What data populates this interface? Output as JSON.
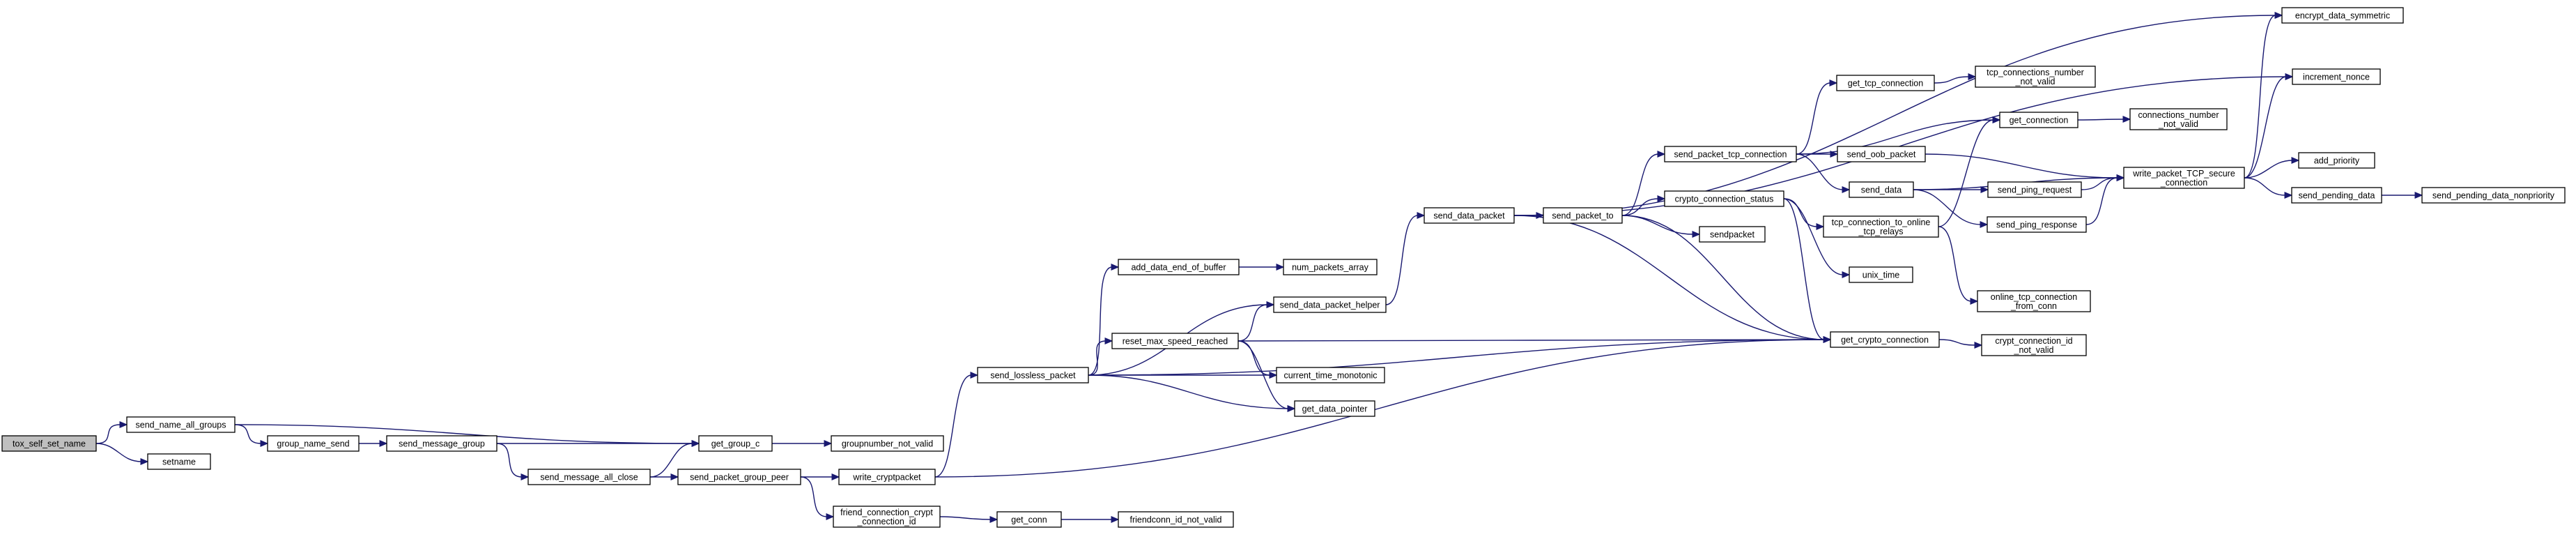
{
  "graph": {
    "nodes": [
      {
        "id": "tox_self_set_name",
        "lines": [
          "tox_self_set_name"
        ],
        "root": true
      },
      {
        "id": "send_name_all_groups",
        "lines": [
          "send_name_all_groups"
        ]
      },
      {
        "id": "setname",
        "lines": [
          "setname"
        ]
      },
      {
        "id": "group_name_send",
        "lines": [
          "group_name_send"
        ]
      },
      {
        "id": "get_group_c",
        "lines": [
          "get_group_c"
        ]
      },
      {
        "id": "send_message_group",
        "lines": [
          "send_message_group"
        ]
      },
      {
        "id": "send_message_all_close",
        "lines": [
          "send_message_all_close"
        ]
      },
      {
        "id": "groupnumber_not_valid",
        "lines": [
          "groupnumber_not_valid"
        ]
      },
      {
        "id": "send_packet_group_peer",
        "lines": [
          "send_packet_group_peer"
        ]
      },
      {
        "id": "write_cryptpacket",
        "lines": [
          "write_cryptpacket"
        ]
      },
      {
        "id": "friend_connection_crypt_connection_id",
        "lines": [
          "friend_connection_crypt",
          "_connection_id"
        ]
      },
      {
        "id": "get_conn",
        "lines": [
          "get_conn"
        ]
      },
      {
        "id": "friendconn_id_not_valid",
        "lines": [
          "friendconn_id_not_valid"
        ]
      },
      {
        "id": "send_lossless_packet",
        "lines": [
          "send_lossless_packet"
        ]
      },
      {
        "id": "add_data_end_of_buffer",
        "lines": [
          "add_data_end_of_buffer"
        ]
      },
      {
        "id": "num_packets_array",
        "lines": [
          "num_packets_array"
        ]
      },
      {
        "id": "send_data_packet_helper",
        "lines": [
          "send_data_packet_helper"
        ]
      },
      {
        "id": "reset_max_speed_reached",
        "lines": [
          "reset_max_speed_reached"
        ]
      },
      {
        "id": "current_time_monotonic",
        "lines": [
          "current_time_monotonic"
        ]
      },
      {
        "id": "get_data_pointer",
        "lines": [
          "get_data_pointer"
        ]
      },
      {
        "id": "send_data_packet",
        "lines": [
          "send_data_packet"
        ]
      },
      {
        "id": "send_packet_to",
        "lines": [
          "send_packet_to"
        ]
      },
      {
        "id": "send_packet_tcp_connection",
        "lines": [
          "send_packet_tcp_connection"
        ]
      },
      {
        "id": "crypto_connection_status",
        "lines": [
          "crypto_connection_status"
        ]
      },
      {
        "id": "sendpacket",
        "lines": [
          "sendpacket"
        ]
      },
      {
        "id": "get_tcp_connection",
        "lines": [
          "get_tcp_connection"
        ]
      },
      {
        "id": "tcp_connections_number_not_valid",
        "lines": [
          "tcp_connections_number",
          "_not_valid"
        ]
      },
      {
        "id": "get_connection",
        "lines": [
          "get_connection"
        ]
      },
      {
        "id": "connections_number_not_valid",
        "lines": [
          "connections_number",
          "_not_valid"
        ]
      },
      {
        "id": "send_oob_packet",
        "lines": [
          "send_oob_packet"
        ]
      },
      {
        "id": "send_data",
        "lines": [
          "send_data"
        ]
      },
      {
        "id": "send_ping_request",
        "lines": [
          "send_ping_request"
        ]
      },
      {
        "id": "send_ping_response",
        "lines": [
          "send_ping_response"
        ]
      },
      {
        "id": "tcp_connection_to_online_tcp_relays",
        "lines": [
          "tcp_connection_to_online",
          "_tcp_relays"
        ]
      },
      {
        "id": "unix_time",
        "lines": [
          "unix_time"
        ]
      },
      {
        "id": "online_tcp_connection_from_conn",
        "lines": [
          "online_tcp_connection",
          "_from_conn"
        ]
      },
      {
        "id": "get_crypto_connection",
        "lines": [
          "get_crypto_connection"
        ]
      },
      {
        "id": "crypt_connection_id_not_valid",
        "lines": [
          "crypt_connection_id",
          "_not_valid"
        ]
      },
      {
        "id": "write_packet_TCP_secure_connection",
        "lines": [
          "write_packet_TCP_secure",
          "_connection"
        ]
      },
      {
        "id": "encrypt_data_symmetric",
        "lines": [
          "encrypt_data_symmetric"
        ]
      },
      {
        "id": "increment_nonce",
        "lines": [
          "increment_nonce"
        ]
      },
      {
        "id": "add_priority",
        "lines": [
          "add_priority"
        ]
      },
      {
        "id": "send_pending_data",
        "lines": [
          "send_pending_data"
        ]
      },
      {
        "id": "send_pending_data_nonpriority",
        "lines": [
          "send_pending_data_nonpriority"
        ]
      }
    ],
    "edges": [
      [
        "tox_self_set_name",
        "send_name_all_groups"
      ],
      [
        "tox_self_set_name",
        "setname"
      ],
      [
        "send_name_all_groups",
        "group_name_send"
      ],
      [
        "send_name_all_groups",
        "get_group_c"
      ],
      [
        "group_name_send",
        "send_message_group"
      ],
      [
        "send_message_group",
        "get_group_c"
      ],
      [
        "send_message_group",
        "send_message_all_close"
      ],
      [
        "send_message_all_close",
        "get_group_c"
      ],
      [
        "send_message_all_close",
        "send_packet_group_peer"
      ],
      [
        "get_group_c",
        "groupnumber_not_valid"
      ],
      [
        "send_packet_group_peer",
        "write_cryptpacket"
      ],
      [
        "send_packet_group_peer",
        "friend_connection_crypt_connection_id"
      ],
      [
        "friend_connection_crypt_connection_id",
        "get_conn"
      ],
      [
        "get_conn",
        "friendconn_id_not_valid"
      ],
      [
        "write_cryptpacket",
        "send_lossless_packet"
      ],
      [
        "write_cryptpacket",
        "get_crypto_connection"
      ],
      [
        "send_lossless_packet",
        "add_data_end_of_buffer"
      ],
      [
        "send_lossless_packet",
        "send_data_packet_helper"
      ],
      [
        "send_lossless_packet",
        "reset_max_speed_reached"
      ],
      [
        "send_lossless_packet",
        "current_time_monotonic"
      ],
      [
        "send_lossless_packet",
        "get_data_pointer"
      ],
      [
        "send_lossless_packet",
        "get_crypto_connection"
      ],
      [
        "add_data_end_of_buffer",
        "num_packets_array"
      ],
      [
        "reset_max_speed_reached",
        "send_data_packet_helper"
      ],
      [
        "reset_max_speed_reached",
        "current_time_monotonic"
      ],
      [
        "reset_max_speed_reached",
        "get_data_pointer"
      ],
      [
        "reset_max_speed_reached",
        "get_crypto_connection"
      ],
      [
        "send_data_packet_helper",
        "send_data_packet"
      ],
      [
        "send_data_packet",
        "send_packet_to"
      ],
      [
        "send_data_packet",
        "encrypt_data_symmetric"
      ],
      [
        "send_data_packet",
        "increment_nonce"
      ],
      [
        "send_data_packet",
        "get_crypto_connection"
      ],
      [
        "send_packet_to",
        "send_packet_tcp_connection"
      ],
      [
        "send_packet_to",
        "crypto_connection_status"
      ],
      [
        "send_packet_to",
        "sendpacket"
      ],
      [
        "send_packet_to",
        "get_crypto_connection"
      ],
      [
        "send_packet_tcp_connection",
        "get_tcp_connection"
      ],
      [
        "send_packet_tcp_connection",
        "get_connection"
      ],
      [
        "send_packet_tcp_connection",
        "send_oob_packet"
      ],
      [
        "send_packet_tcp_connection",
        "send_data"
      ],
      [
        "crypto_connection_status",
        "tcp_connection_to_online_tcp_relays"
      ],
      [
        "crypto_connection_status",
        "unix_time"
      ],
      [
        "crypto_connection_status",
        "get_crypto_connection"
      ],
      [
        "get_tcp_connection",
        "tcp_connections_number_not_valid"
      ],
      [
        "get_connection",
        "connections_number_not_valid"
      ],
      [
        "send_oob_packet",
        "write_packet_TCP_secure_connection"
      ],
      [
        "send_data",
        "send_ping_request"
      ],
      [
        "send_data",
        "send_ping_response"
      ],
      [
        "send_data",
        "write_packet_TCP_secure_connection"
      ],
      [
        "send_ping_request",
        "write_packet_TCP_secure_connection"
      ],
      [
        "send_ping_response",
        "write_packet_TCP_secure_connection"
      ],
      [
        "tcp_connection_to_online_tcp_relays",
        "get_connection"
      ],
      [
        "tcp_connection_to_online_tcp_relays",
        "online_tcp_connection_from_conn"
      ],
      [
        "get_crypto_connection",
        "crypt_connection_id_not_valid"
      ],
      [
        "write_packet_TCP_secure_connection",
        "encrypt_data_symmetric"
      ],
      [
        "write_packet_TCP_secure_connection",
        "increment_nonce"
      ],
      [
        "write_packet_TCP_secure_connection",
        "add_priority"
      ],
      [
        "write_packet_TCP_secure_connection",
        "send_pending_data"
      ],
      [
        "send_pending_data",
        "send_pending_data_nonpriority"
      ]
    ]
  },
  "colors": {
    "edge": "#191970",
    "node_border": "#000000",
    "node_fill": "#ffffff",
    "root_fill": "#bfbfbf"
  }
}
